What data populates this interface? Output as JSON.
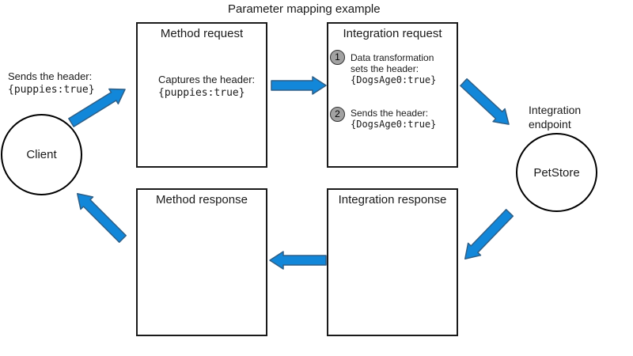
{
  "title": "Parameter mapping example",
  "colors": {
    "arrow_fill": "#1287d9",
    "arrow_stroke": "#2e5f87",
    "badge_fill": "#a2a2a2",
    "box_border": "#1a1a1a"
  },
  "client": {
    "label": "Client",
    "annotation_text": "Sends the header:",
    "annotation_code": "{puppies:true}"
  },
  "method_request": {
    "title": "Method request",
    "body_text": "Captures the header:",
    "body_code": "{puppies:true}"
  },
  "integration_request": {
    "title": "Integration request",
    "steps": [
      {
        "number": "1",
        "line1": "Data transformation",
        "line2": "sets the header:",
        "code": "{DogsAge0:true}"
      },
      {
        "number": "2",
        "line1": "Sends the header:",
        "code": "{DogsAge0:true}"
      }
    ]
  },
  "method_response": {
    "title": "Method response"
  },
  "integration_response": {
    "title": "Integration response"
  },
  "integration_endpoint": {
    "label_line1": "Integration",
    "label_line2": "endpoint",
    "node_label": "PetStore"
  }
}
